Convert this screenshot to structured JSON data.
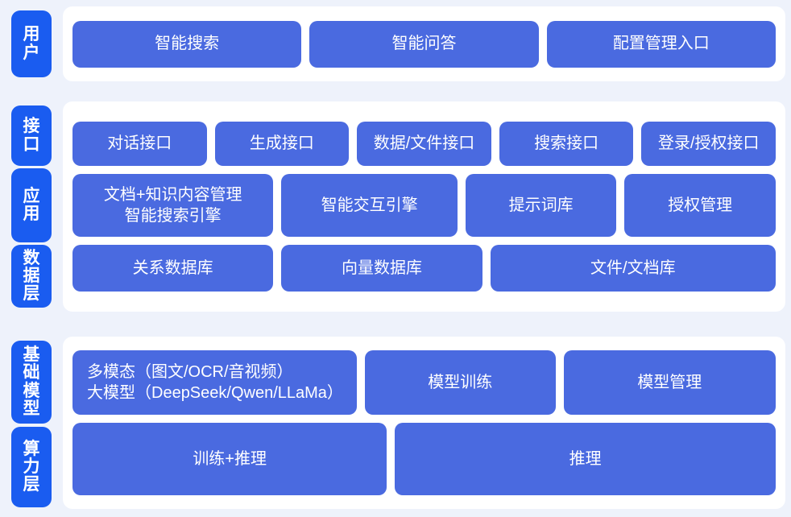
{
  "meta": {
    "title": "AI 平台分层架构图",
    "colors": {
      "page_background": "#eef2fb",
      "panel_background": "#ffffff",
      "tab_blue": "#1a5cf0",
      "box_blue": "#4a6ae0",
      "text_white": "#ffffff"
    }
  },
  "groups": [
    {
      "id": "group-user",
      "tabs": [
        {
          "id": "tab-user",
          "label": "用户"
        }
      ],
      "rows": [
        {
          "id": "row-user",
          "boxes": [
            {
              "id": "box-intelligent-search",
              "label": "智能搜索"
            },
            {
              "id": "box-intelligent-qa",
              "label": "智能问答"
            },
            {
              "id": "box-config-management-entry",
              "label": "配置管理入口"
            }
          ]
        }
      ]
    },
    {
      "id": "group-platform",
      "tabs": [
        {
          "id": "tab-interface",
          "label": "接口"
        },
        {
          "id": "tab-application",
          "label": "应用"
        },
        {
          "id": "tab-data-layer",
          "label": "数据层"
        }
      ],
      "rows": [
        {
          "id": "row-interface",
          "boxes": [
            {
              "id": "box-dialog-api",
              "label": "对话接口"
            },
            {
              "id": "box-generation-api",
              "label": "生成接口"
            },
            {
              "id": "box-data-file-api",
              "label": "数据/文件接口"
            },
            {
              "id": "box-search-api",
              "label": "搜索接口"
            },
            {
              "id": "box-login-auth-api",
              "label": "登录/授权接口"
            }
          ]
        },
        {
          "id": "row-application",
          "boxes": [
            {
              "id": "box-doc-knowledge-management",
              "label": "文档+知识内容管理\n智能搜索引擎"
            },
            {
              "id": "box-interaction-engine",
              "label": "智能交互引擎"
            },
            {
              "id": "box-prompt-library",
              "label": "提示词库"
            },
            {
              "id": "box-authorization-management",
              "label": "授权管理"
            }
          ]
        },
        {
          "id": "row-data-layer",
          "boxes": [
            {
              "id": "box-relational-db",
              "label": "关系数据库"
            },
            {
              "id": "box-vector-db",
              "label": "向量数据库"
            },
            {
              "id": "box-file-doc-store",
              "label": "文件/文档库"
            }
          ]
        }
      ]
    },
    {
      "id": "group-infrastructure",
      "tabs": [
        {
          "id": "tab-foundation-model",
          "label": "基础模型"
        },
        {
          "id": "tab-compute-layer",
          "label": "算力层"
        }
      ],
      "rows": [
        {
          "id": "row-foundation-model",
          "boxes": [
            {
              "id": "box-multimodal-llm",
              "label": "多模态（图文/OCR/音视频）\n大模型（DeepSeek/Qwen/LLaMa）"
            },
            {
              "id": "box-model-training",
              "label": "模型训练"
            },
            {
              "id": "box-model-management",
              "label": "模型管理"
            }
          ]
        },
        {
          "id": "row-compute-layer",
          "boxes": [
            {
              "id": "box-training-inference",
              "label": "训练+推理"
            },
            {
              "id": "box-inference",
              "label": "推理"
            }
          ]
        }
      ]
    }
  ]
}
